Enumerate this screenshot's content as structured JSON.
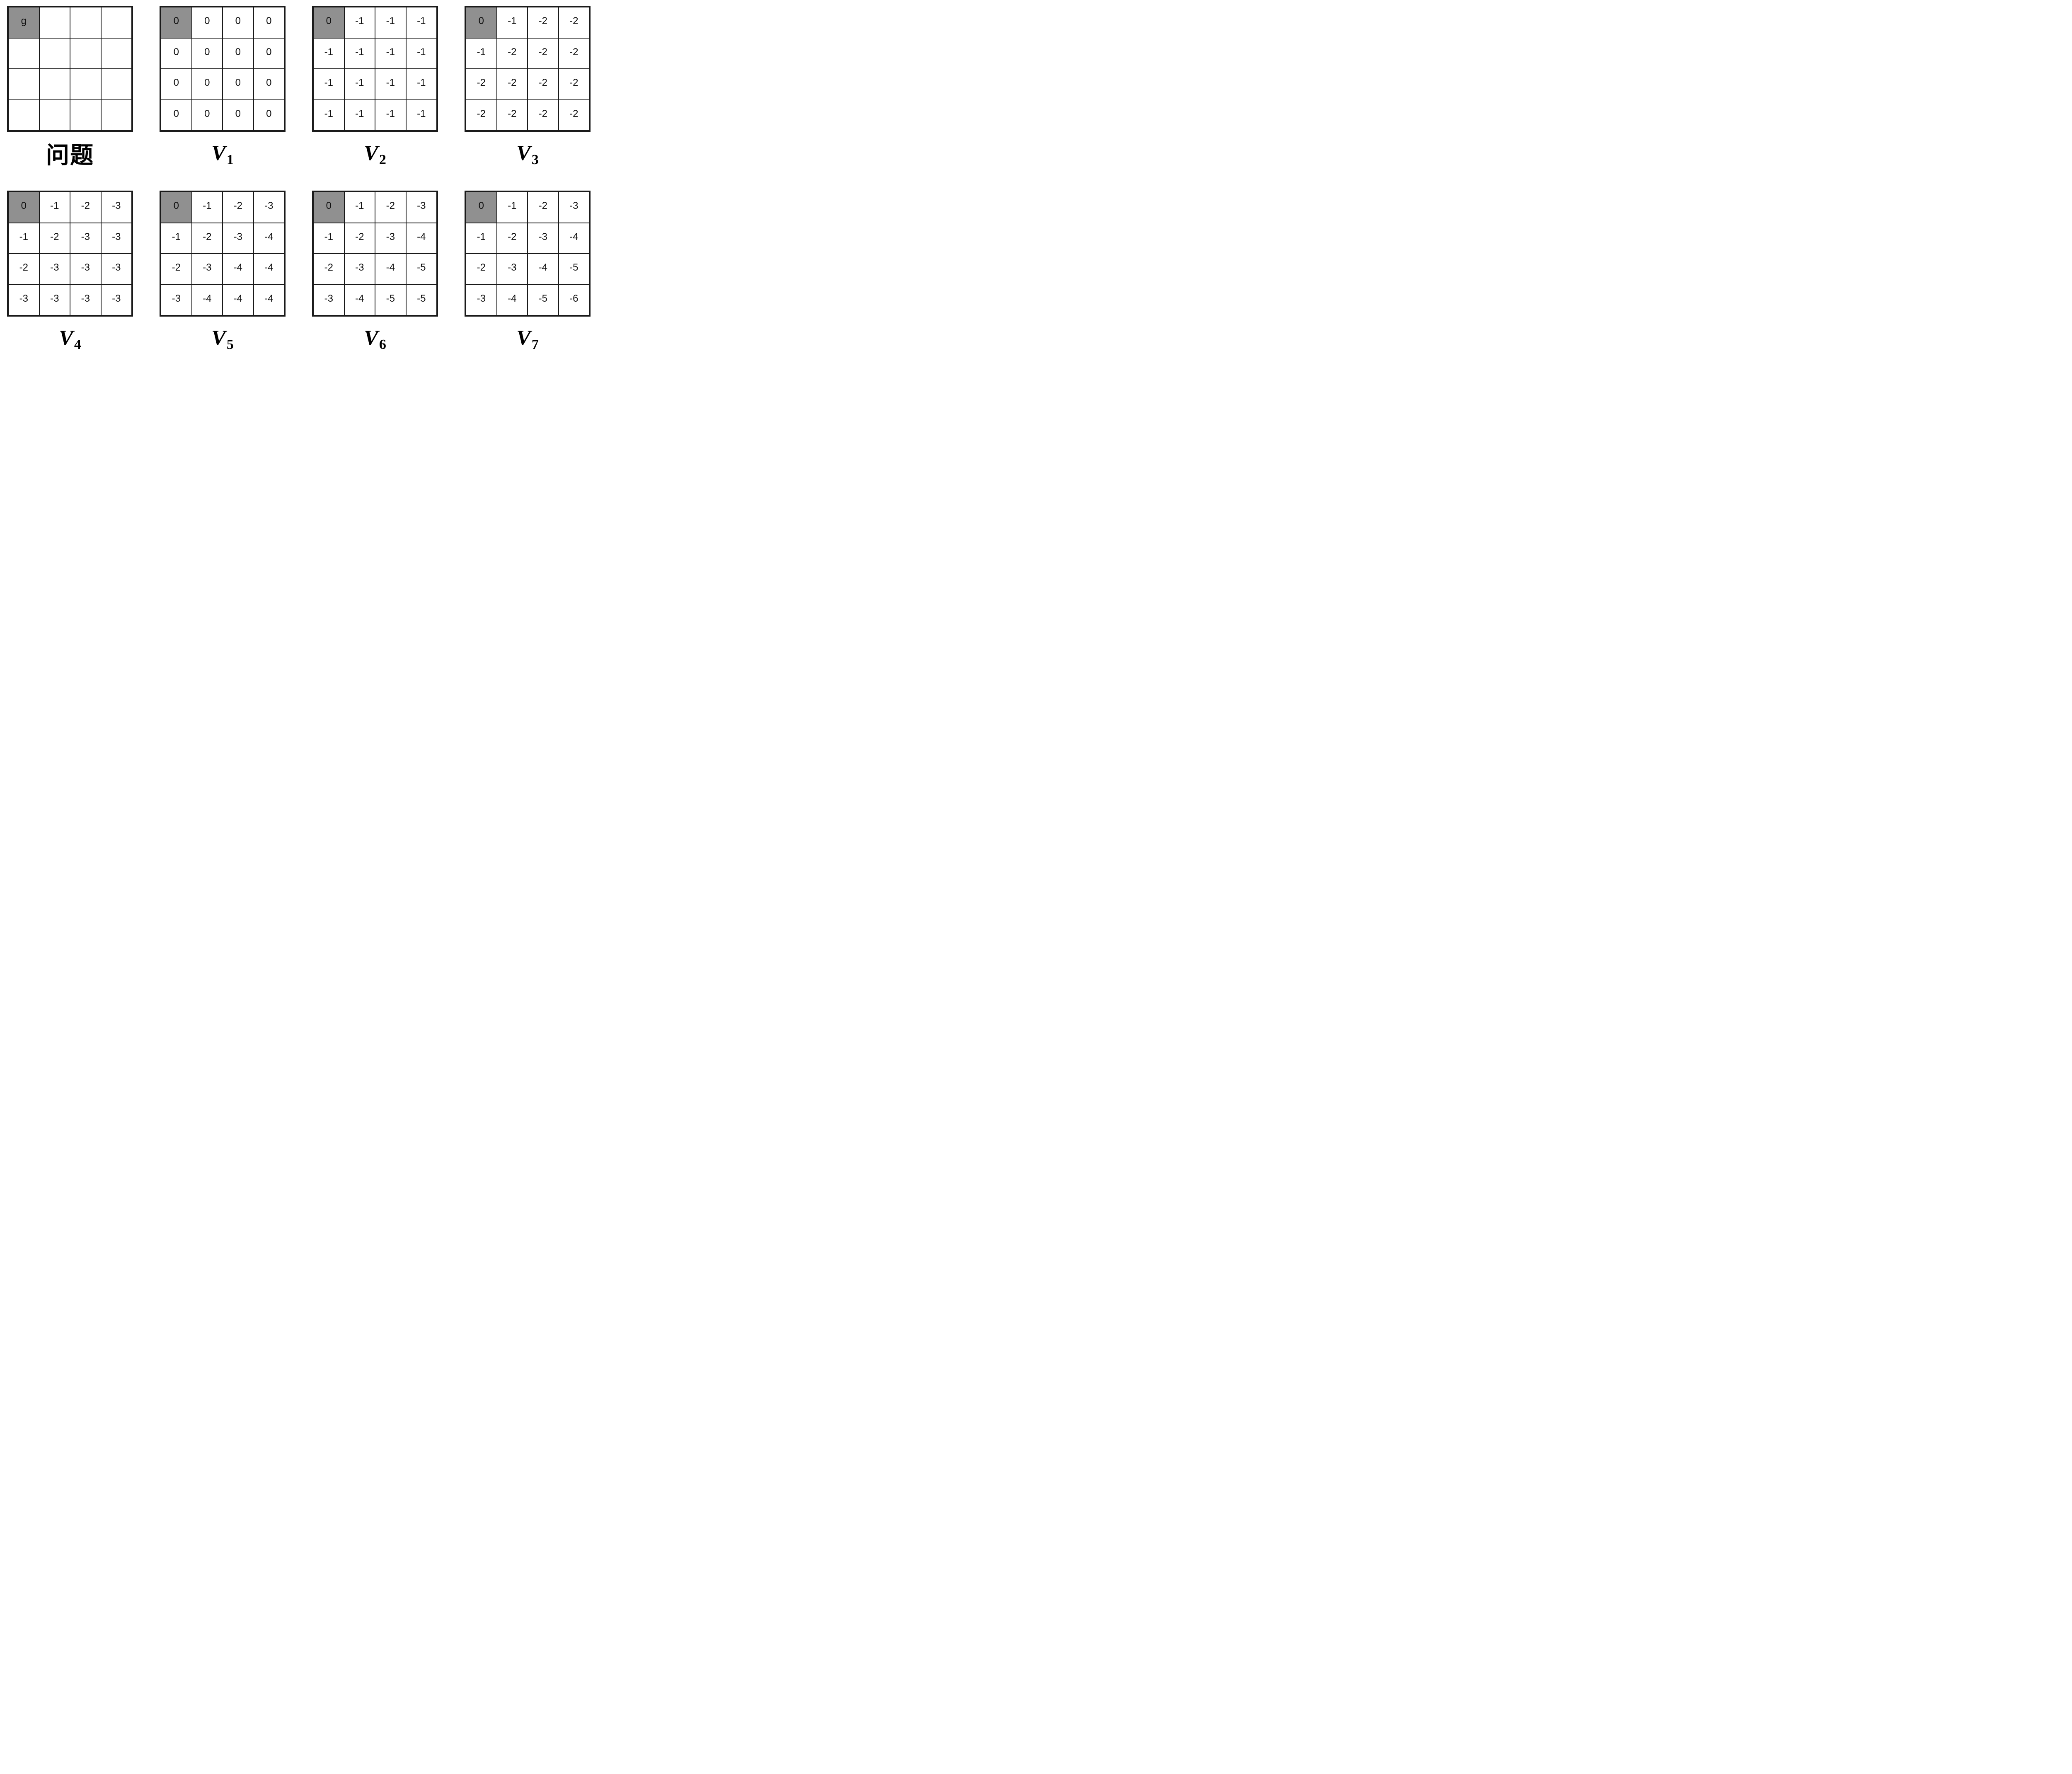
{
  "figure": {
    "description_colors": {
      "goal_cell_fill": "#909090",
      "grid_line": "#1a1a1a",
      "cell_fill": "#ffffff",
      "text": "#111111"
    },
    "panels": [
      {
        "id": "problem",
        "label": "问题",
        "goal_cell_text": "g",
        "grid": [
          [
            "g",
            "",
            "",
            ""
          ],
          [
            "",
            "",
            "",
            ""
          ],
          [
            "",
            "",
            "",
            ""
          ],
          [
            "",
            "",
            "",
            ""
          ]
        ]
      },
      {
        "id": "v1",
        "label_base": "V",
        "label_sub": "1",
        "grid": [
          [
            "0",
            "0",
            "0",
            "0"
          ],
          [
            "0",
            "0",
            "0",
            "0"
          ],
          [
            "0",
            "0",
            "0",
            "0"
          ],
          [
            "0",
            "0",
            "0",
            "0"
          ]
        ]
      },
      {
        "id": "v2",
        "label_base": "V",
        "label_sub": "2",
        "grid": [
          [
            "0",
            "-1",
            "-1",
            "-1"
          ],
          [
            "-1",
            "-1",
            "-1",
            "-1"
          ],
          [
            "-1",
            "-1",
            "-1",
            "-1"
          ],
          [
            "-1",
            "-1",
            "-1",
            "-1"
          ]
        ]
      },
      {
        "id": "v3",
        "label_base": "V",
        "label_sub": "3",
        "grid": [
          [
            "0",
            "-1",
            "-2",
            "-2"
          ],
          [
            "-1",
            "-2",
            "-2",
            "-2"
          ],
          [
            "-2",
            "-2",
            "-2",
            "-2"
          ],
          [
            "-2",
            "-2",
            "-2",
            "-2"
          ]
        ]
      },
      {
        "id": "v4",
        "label_base": "V",
        "label_sub": "4",
        "grid": [
          [
            "0",
            "-1",
            "-2",
            "-3"
          ],
          [
            "-1",
            "-2",
            "-3",
            "-3"
          ],
          [
            "-2",
            "-3",
            "-3",
            "-3"
          ],
          [
            "-3",
            "-3",
            "-3",
            "-3"
          ]
        ]
      },
      {
        "id": "v5",
        "label_base": "V",
        "label_sub": "5",
        "grid": [
          [
            "0",
            "-1",
            "-2",
            "-3"
          ],
          [
            "-1",
            "-2",
            "-3",
            "-4"
          ],
          [
            "-2",
            "-3",
            "-4",
            "-4"
          ],
          [
            "-3",
            "-4",
            "-4",
            "-4"
          ]
        ]
      },
      {
        "id": "v6",
        "label_base": "V",
        "label_sub": "6",
        "grid": [
          [
            "0",
            "-1",
            "-2",
            "-3"
          ],
          [
            "-1",
            "-2",
            "-3",
            "-4"
          ],
          [
            "-2",
            "-3",
            "-4",
            "-5"
          ],
          [
            "-3",
            "-4",
            "-5",
            "-5"
          ]
        ]
      },
      {
        "id": "v7",
        "label_base": "V",
        "label_sub": "7",
        "grid": [
          [
            "0",
            "-1",
            "-2",
            "-3"
          ],
          [
            "-1",
            "-2",
            "-3",
            "-4"
          ],
          [
            "-2",
            "-3",
            "-4",
            "-5"
          ],
          [
            "-3",
            "-4",
            "-5",
            "-6"
          ]
        ]
      }
    ]
  }
}
